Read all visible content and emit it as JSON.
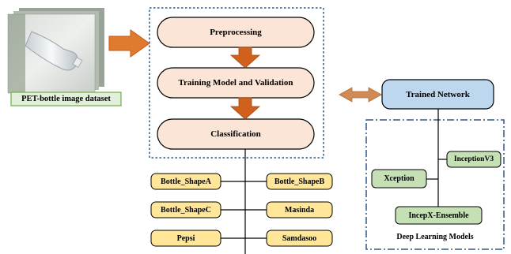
{
  "dataset": {
    "caption": "PET-bottle image dataset"
  },
  "pipeline": {
    "steps": [
      {
        "label": "Preprocessing"
      },
      {
        "label": "Training Model and Validation"
      },
      {
        "label": "Classification"
      }
    ]
  },
  "trained_network": {
    "label": "Trained Network"
  },
  "deep_learning": {
    "title": "Deep Learning Models",
    "models": [
      {
        "label": "InceptionV3"
      },
      {
        "label": "Xception"
      },
      {
        "label": "IncepX-Ensemble"
      }
    ]
  },
  "classes": [
    {
      "label": "Bottle_ShapeA"
    },
    {
      "label": "Bottle_ShapeB"
    },
    {
      "label": "Bottle_ShapeC"
    },
    {
      "label": "Masinda"
    },
    {
      "label": "Pepsi"
    },
    {
      "label": "Samdasoo"
    }
  ],
  "colors": {
    "step_fill": "#fbe5d6",
    "arrow_orange": "#d0601c",
    "network_fill": "#bdd7ee",
    "model_fill": "#c5e0b4",
    "class_fill": "#ffe699",
    "dashed_border": "#2e5a88",
    "dataset_caption_fill": "#e2efda"
  }
}
